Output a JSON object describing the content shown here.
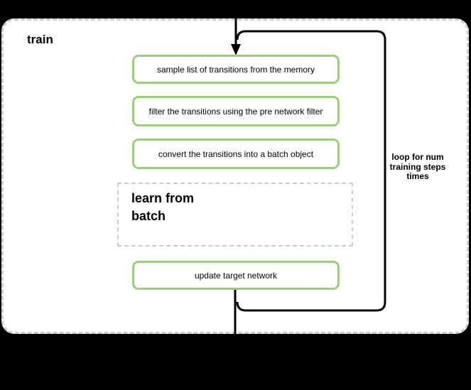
{
  "colors": {
    "page-bg": "#000000",
    "container-bg": "#ffffff",
    "dashed-border": "#cccccc",
    "green-border": "#97d077",
    "connector": "#000000",
    "text": "#000000"
  },
  "diagram": {
    "title": "train",
    "steps": [
      {
        "label": "sample list of transitions from the memory"
      },
      {
        "label": "filter the transitions using the pre network filter"
      },
      {
        "label": "convert the transitions into a batch object"
      }
    ],
    "subprocess": {
      "label": "learn from\nbatch"
    },
    "final_step": {
      "label": "update target network"
    },
    "loop_label": "loop for num\ntraining steps\ntimes"
  }
}
